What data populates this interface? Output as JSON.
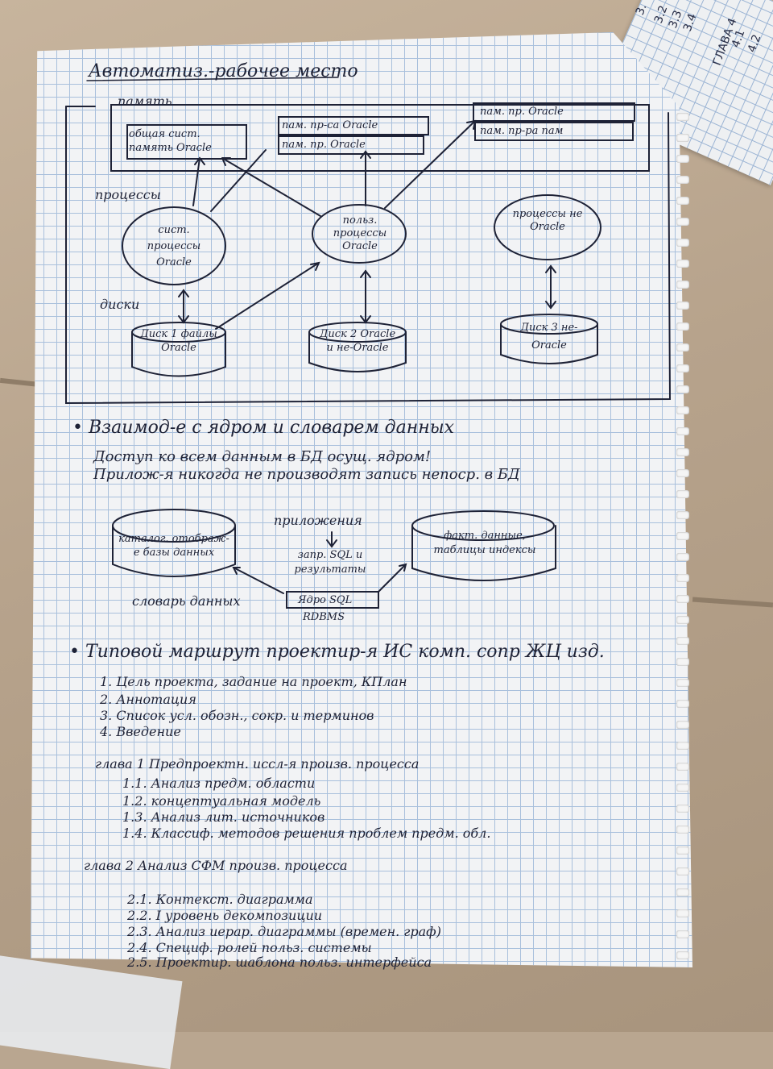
{
  "corner_note": [
    "ГЛАВА 4",
    "3.",
    "3.2",
    "3.3",
    "3.4",
    "4.1",
    "4.2"
  ],
  "diagram1": {
    "title": "Автоматиз.-рабочее место",
    "memory_label": "память",
    "memory_boxes": [
      "общая сист. память Oracle",
      "пам. пр-са Oracle",
      "пам. пр. Oracle",
      "пам. пр. Oracle",
      "пам. пр-ра пам"
    ],
    "processes_label": "процессы",
    "process_nodes": [
      "сист. процессы Oracle",
      "польз. процессы Oracle",
      "процессы не Oracle"
    ],
    "disks_label": "диски",
    "disk_nodes": [
      "Диск 1 файлы Oracle",
      "Диск 2 Oracle и не-Oracle",
      "Диск 3 не-Oracle"
    ]
  },
  "section2": {
    "heading": "• Взаимод-е с ядром и словарем данных",
    "line1": "Доступ ко всем данным в БД осущ. ядром!",
    "line2": "Прилож-я никогда не производят запись непоср. в БД",
    "catalog": "каталог. отображ-е базы данных",
    "dictionary": "словарь данных",
    "applications": "приложения",
    "request": "запр. SQL и результаты",
    "data_box": "факт. данные, таблицы индексы",
    "kernel": "Ядро SQL",
    "rdbms": "RDBMS"
  },
  "section3": {
    "heading": "• Типовой маршрут проектир-я ИС комп. сопр ЖЦ изд.",
    "items": [
      "1. Цель проекта, задание на проект, КПлан",
      "2. Аннотация",
      "3. Список усл. обозн., сокр. и терминов",
      "4. Введение"
    ],
    "chapter1": "глава 1   Предпроектн. иссл-я произв. процесса",
    "chapter1_items": [
      "1.1. Анализ предм. области",
      "1.2. концептуальная модель",
      "1.3. Анализ лит. источников",
      "1.4. Классиф. методов решения проблем предм. обл."
    ],
    "chapter2": "глава 2   Анализ СФМ произв. процесса",
    "chapter2_items": [
      "2.1. Контекст. диаграмма",
      "2.2. I уровень декомпозиции",
      "2.3. Анализ иерар. диаграммы (времен. граф)",
      "2.4. Специф. ролей польз. системы",
      "2.5. Проектир. шаблона польз. интерфейса"
    ]
  }
}
